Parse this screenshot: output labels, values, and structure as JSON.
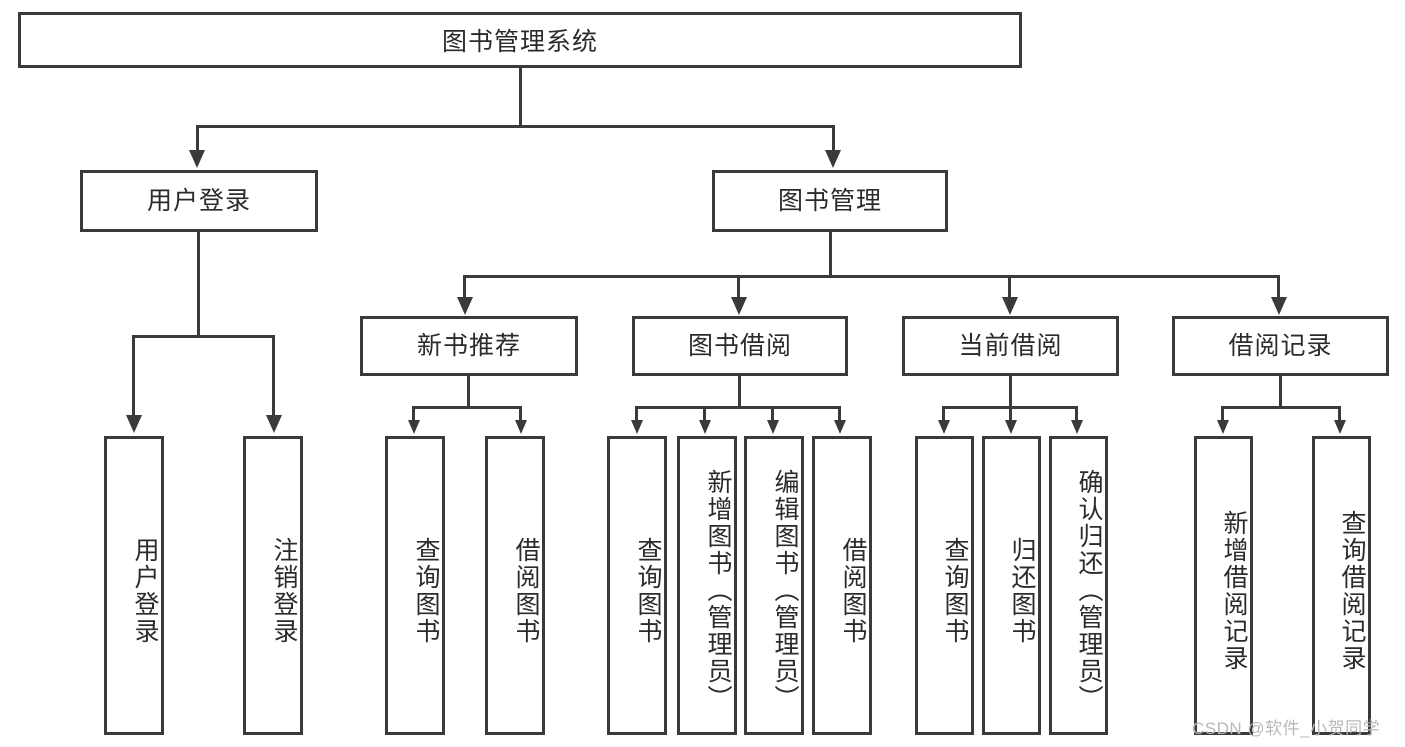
{
  "diagram": {
    "title": "图书管理系统",
    "type": "hierarchy-tree",
    "root": {
      "id": "root",
      "label": "图书管理系统"
    },
    "level2": [
      {
        "id": "user-login",
        "label": "用户登录"
      },
      {
        "id": "book-management",
        "label": "图书管理"
      }
    ],
    "level3": [
      {
        "id": "new-book-recommend",
        "label": "新书推荐",
        "parent": "book-management"
      },
      {
        "id": "book-borrow",
        "label": "图书借阅",
        "parent": "book-management"
      },
      {
        "id": "current-borrow",
        "label": "当前借阅",
        "parent": "book-management"
      },
      {
        "id": "borrow-record",
        "label": "借阅记录",
        "parent": "book-management"
      }
    ],
    "leaves": {
      "user_login": [
        {
          "id": "leaf-user-login",
          "label": "用户登录"
        },
        {
          "id": "leaf-logout-login",
          "label": "注销登录"
        }
      ],
      "new_book_recommend": [
        {
          "id": "leaf-query-book-1",
          "label": "查询图书"
        },
        {
          "id": "leaf-borrow-book-1",
          "label": "借阅图书"
        }
      ],
      "book_borrow": [
        {
          "id": "leaf-query-book-2",
          "label": "查询图书"
        },
        {
          "id": "leaf-add-book",
          "label": "新增图书（管理员）"
        },
        {
          "id": "leaf-edit-book",
          "label": "编辑图书（管理员）"
        },
        {
          "id": "leaf-borrow-book-2",
          "label": "借阅图书"
        }
      ],
      "current_borrow": [
        {
          "id": "leaf-query-book-3",
          "label": "查询图书"
        },
        {
          "id": "leaf-return-book",
          "label": "归还图书"
        },
        {
          "id": "leaf-confirm-return",
          "label": "确认归还（管理员）"
        }
      ],
      "borrow_record": [
        {
          "id": "leaf-add-record",
          "label": "新增借阅记录"
        },
        {
          "id": "leaf-query-record",
          "label": "查询借阅记录"
        }
      ]
    },
    "colors": {
      "stroke": "#3a3a3a",
      "text": "#2b2b2b",
      "background": "#ffffff",
      "watermark": "#b9b9b9"
    }
  },
  "watermark": {
    "text": "CSDN @软件_小贺同学"
  }
}
